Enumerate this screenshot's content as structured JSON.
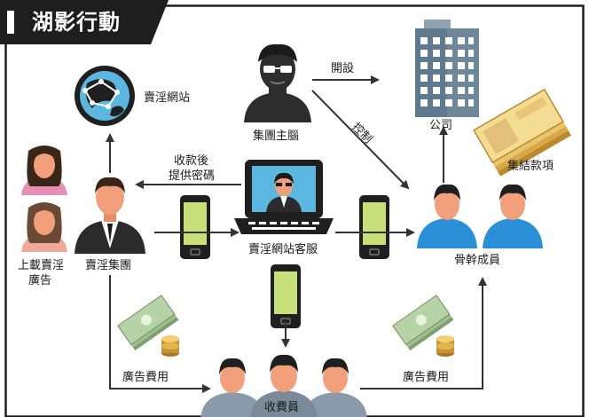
{
  "title": "湖影行動",
  "labels": {
    "website": "賣淫網站",
    "mastermind": "集團主腦",
    "company": "公司",
    "setup": "開設",
    "control": "控制",
    "collect_money": "集結款項",
    "payment_line1": "收款後",
    "payment_line2": "提供密碼",
    "upload_ads_line1": "上載賣淫",
    "upload_ads_line2": "廣告",
    "prostitution_group": "賣淫集團",
    "customer_service": "賣淫網站客服",
    "core_members": "骨幹成員",
    "ad_fee_left": "廣告費用",
    "ad_fee_right": "廣告費用",
    "collectors": "收費員"
  },
  "colors": {
    "frame": "#1e1e1e",
    "arrow": "#333333",
    "phone_screen": "#c8e07a",
    "skin": "#f2a07c",
    "blue_shirt": "#2a8fd6",
    "gray_shirt": "#8a9aa8",
    "building": "#5f7a8f",
    "money": "#9fbf8f",
    "gold": "#d8a84a"
  },
  "icons": [
    "globe-icon",
    "hacker-icon",
    "building-icon",
    "cash-bundle-icon",
    "phone-icon",
    "laptop-icon",
    "person-icon",
    "coin-stack-icon"
  ]
}
